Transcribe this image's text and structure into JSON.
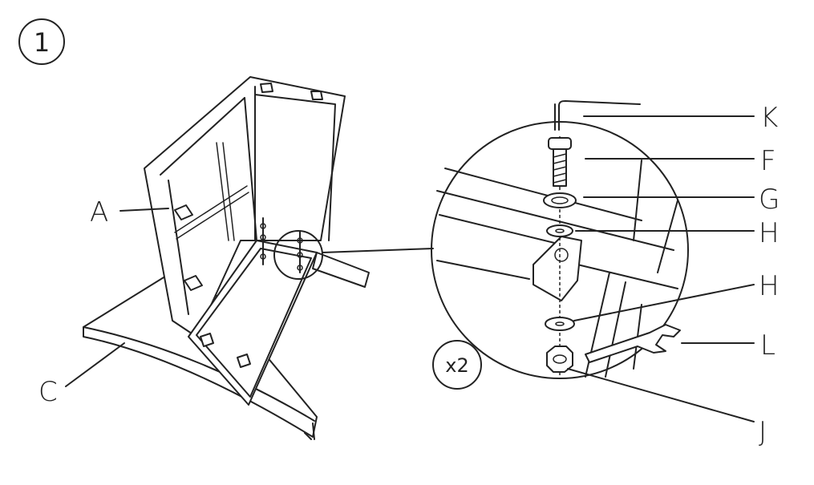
{
  "step_number": "1",
  "multiplier": "x2",
  "labels": {
    "A": "A",
    "C": "C",
    "K": "K",
    "F": "F",
    "G": "G",
    "H1": "H",
    "H2": "H",
    "L": "L",
    "J": "J"
  }
}
